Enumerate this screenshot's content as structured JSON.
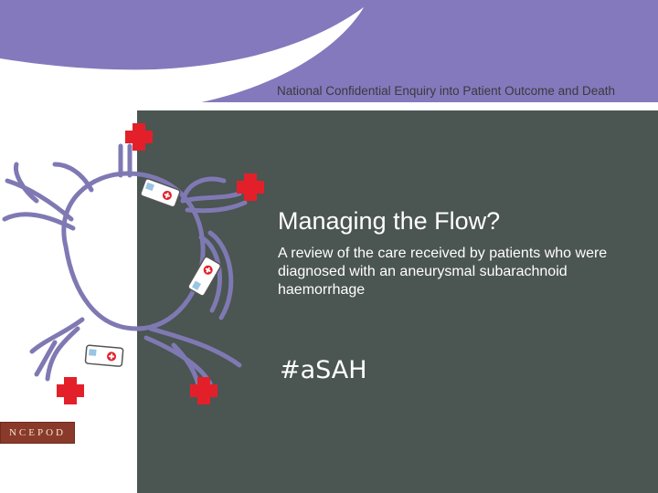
{
  "header": {
    "organisation": "National Confidential Enquiry into Patient Outcome and Death"
  },
  "slide": {
    "title": "Managing the Flow?",
    "subtitle": "A review of the care received by patients who were diagnosed with an aneurysmal subarachnoid haemorrhage",
    "hashtag": "#aSAH"
  },
  "logo": {
    "text": "NCEPOD"
  },
  "colors": {
    "band_purple": "#8479bd",
    "panel_dark": "#4b5551",
    "vessel": "#7f79b3",
    "cross_red": "#e3202a",
    "logo_red": "#8a3a2a"
  },
  "icons": [
    "hospital-cross-icon",
    "ambulance-icon"
  ]
}
